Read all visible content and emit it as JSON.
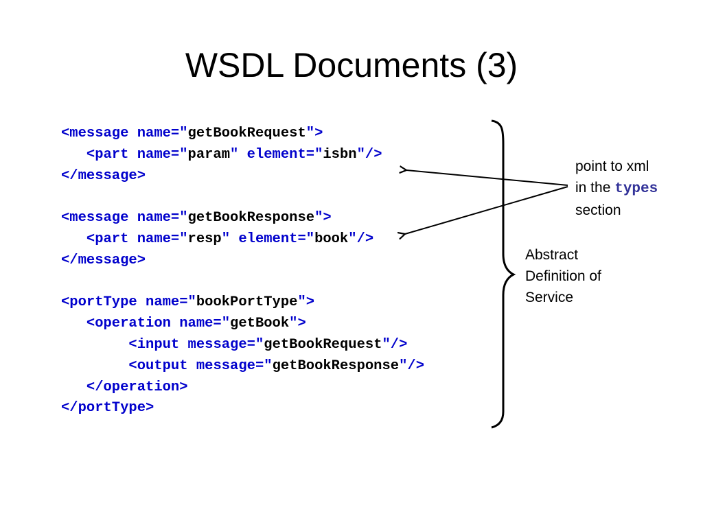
{
  "slide": {
    "title": "WSDL Documents (3)"
  },
  "code": {
    "lines": [
      {
        "indent": "",
        "segments": [
          {
            "text": "<message name=\"",
            "kind": "tag"
          },
          {
            "text": "getBookRequest",
            "kind": "val"
          },
          {
            "text": "\">",
            "kind": "tag"
          }
        ]
      },
      {
        "indent": "   ",
        "segments": [
          {
            "text": "<part name=\"",
            "kind": "tag"
          },
          {
            "text": "param",
            "kind": "val"
          },
          {
            "text": "\" element=\"",
            "kind": "tag"
          },
          {
            "text": "isbn",
            "kind": "val"
          },
          {
            "text": "\"/>",
            "kind": "tag"
          }
        ]
      },
      {
        "indent": "",
        "segments": [
          {
            "text": "</message>",
            "kind": "tag"
          }
        ]
      },
      {
        "indent": "",
        "segments": []
      },
      {
        "indent": "",
        "segments": [
          {
            "text": "<message name=\"",
            "kind": "tag"
          },
          {
            "text": "getBookResponse",
            "kind": "val"
          },
          {
            "text": "\">",
            "kind": "tag"
          }
        ]
      },
      {
        "indent": "   ",
        "segments": [
          {
            "text": "<part name=\"",
            "kind": "tag"
          },
          {
            "text": "resp",
            "kind": "val"
          },
          {
            "text": "\" element=\"",
            "kind": "tag"
          },
          {
            "text": "book",
            "kind": "val"
          },
          {
            "text": "\"/>",
            "kind": "tag"
          }
        ]
      },
      {
        "indent": "",
        "segments": [
          {
            "text": "</message>",
            "kind": "tag"
          }
        ]
      },
      {
        "indent": "",
        "segments": []
      },
      {
        "indent": "",
        "segments": [
          {
            "text": "<portType name=\"",
            "kind": "tag"
          },
          {
            "text": "bookPortType",
            "kind": "val"
          },
          {
            "text": "\">",
            "kind": "tag"
          }
        ]
      },
      {
        "indent": "   ",
        "segments": [
          {
            "text": "<operation name=\"",
            "kind": "tag"
          },
          {
            "text": "getBook",
            "kind": "val"
          },
          {
            "text": "\">",
            "kind": "tag"
          }
        ]
      },
      {
        "indent": "        ",
        "segments": [
          {
            "text": "<input message=\"",
            "kind": "tag"
          },
          {
            "text": "getBookRequest",
            "kind": "val"
          },
          {
            "text": "\"/>",
            "kind": "tag"
          }
        ]
      },
      {
        "indent": "        ",
        "segments": [
          {
            "text": "<output message=\"",
            "kind": "tag"
          },
          {
            "text": "getBookResponse",
            "kind": "val"
          },
          {
            "text": "\"/>",
            "kind": "tag"
          }
        ]
      },
      {
        "indent": "   ",
        "segments": [
          {
            "text": "</operation>",
            "kind": "tag"
          }
        ]
      },
      {
        "indent": "",
        "segments": [
          {
            "text": "</portType>",
            "kind": "tag"
          }
        ]
      }
    ]
  },
  "annotations": {
    "types_note": {
      "line1": "point to xml",
      "line2_prefix": "in the ",
      "line2_code": "types",
      "line3": "section"
    },
    "abstract_note": {
      "line1": "Abstract",
      "line2": "Definition of",
      "line3": "Service"
    }
  },
  "colors": {
    "tag": "#0000cc",
    "value": "#000000",
    "types_keyword": "#333399",
    "arrow": "#000000"
  }
}
